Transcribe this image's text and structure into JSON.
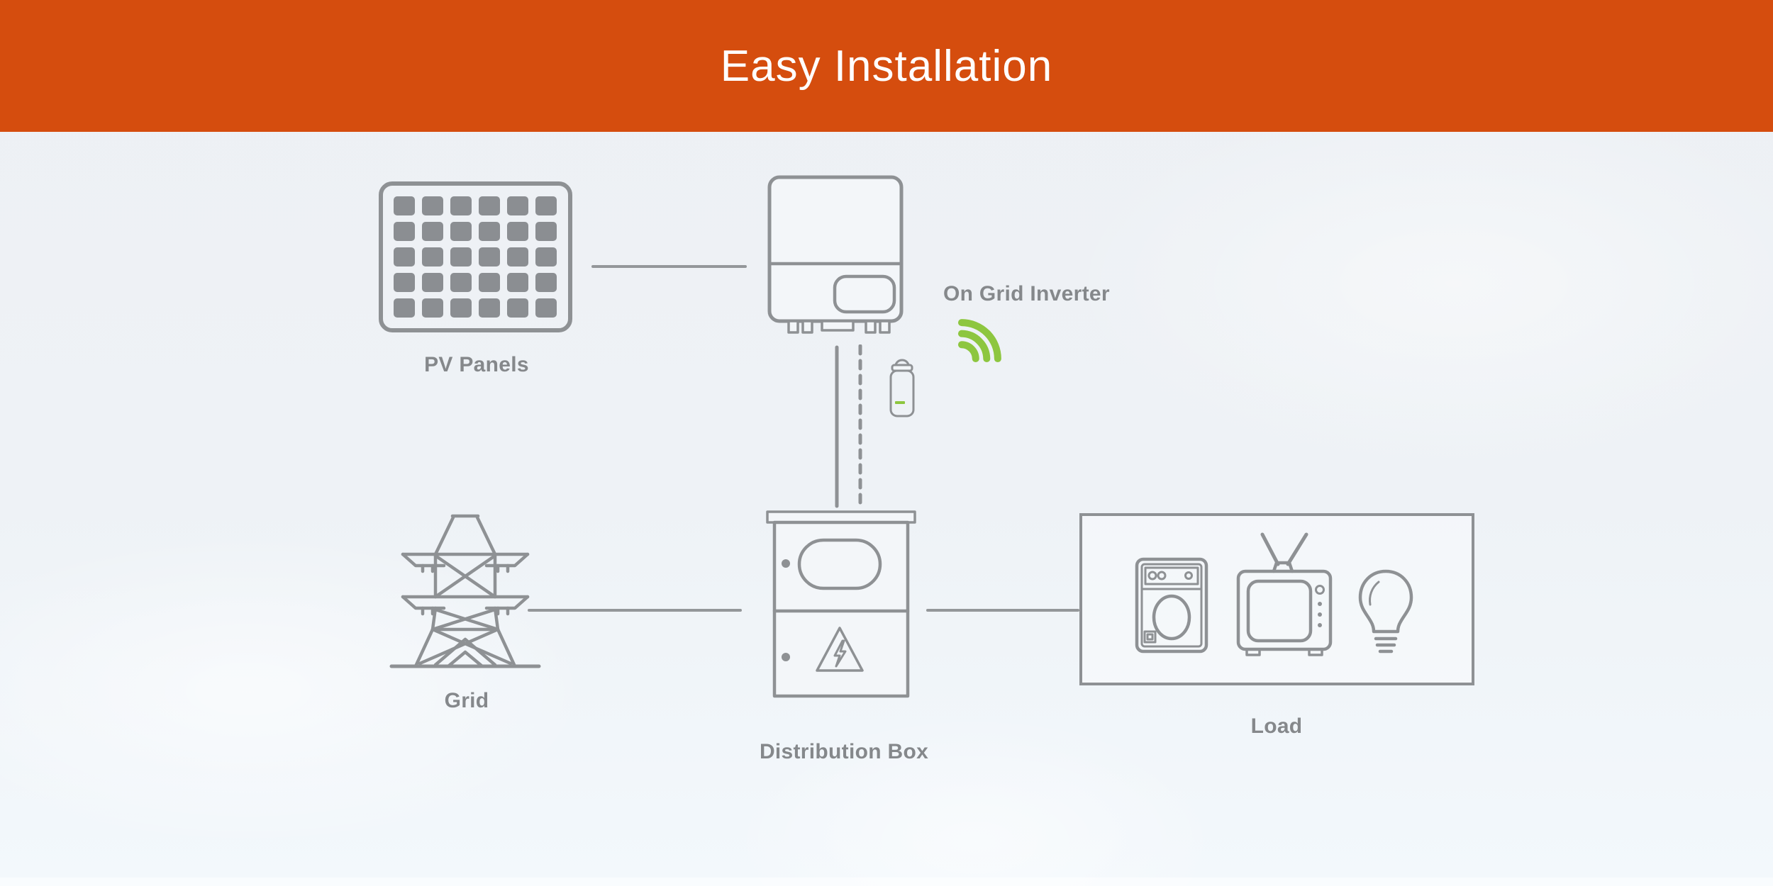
{
  "header": {
    "title": "Easy Installation"
  },
  "nodes": {
    "pv": {
      "label": "PV Panels"
    },
    "inverter": {
      "label": "On Grid Inverter"
    },
    "grid": {
      "label": "Grid"
    },
    "dist": {
      "label": "Distribution Box"
    },
    "load": {
      "label": "Load"
    }
  },
  "connections": [
    {
      "from": "PV Panels",
      "to": "On Grid Inverter",
      "style": "solid"
    },
    {
      "from": "On Grid Inverter",
      "to": "Distribution Box",
      "style": "solid-and-dashed"
    },
    {
      "from": "Grid",
      "to": "Distribution Box",
      "style": "solid"
    },
    {
      "from": "Distribution Box",
      "to": "Load",
      "style": "solid"
    }
  ],
  "icons": [
    "pv-panels-icon",
    "inverter-icon",
    "wifi-signal-icon",
    "wifi-dongle-icon",
    "grid-tower-icon",
    "distribution-box-icon",
    "washing-machine-icon",
    "tv-icon",
    "light-bulb-icon"
  ],
  "colors": {
    "accent": "#d54d0e",
    "title-text": "#ffffff",
    "label-text": "#85888b",
    "icon-stroke": "#8e9194",
    "icon-fill-dark": "#8b8e92",
    "wifi-green": "#8dc63f",
    "bg-top": "#edf0f4",
    "bg-bottom": "#f3f8fc",
    "box-fill": "#f3f6f9"
  }
}
